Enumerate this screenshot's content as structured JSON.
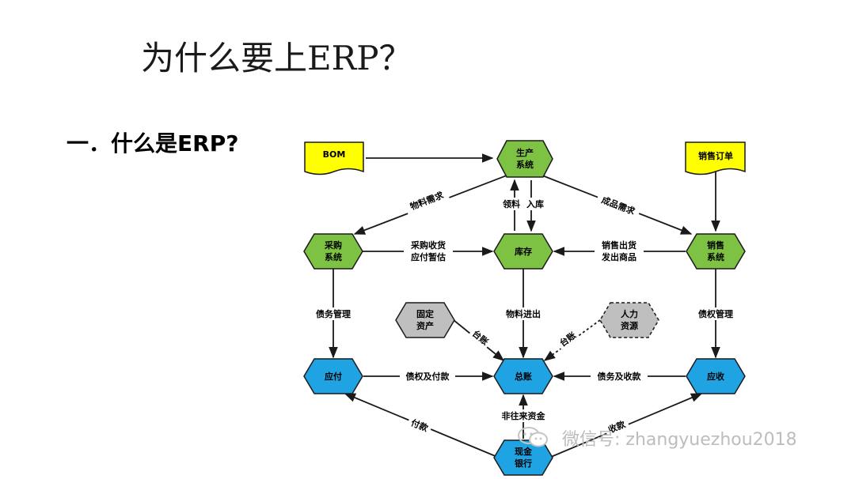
{
  "slide": {
    "title": "为什么要上ERP？",
    "subtitle": "一．什么是ERP?"
  },
  "diagram": {
    "nodes": {
      "bom": "BOM",
      "sales_order": "销售订单",
      "production": [
        "生产",
        "系统"
      ],
      "purchase": [
        "采购",
        "系统"
      ],
      "inventory": "库存",
      "sales": [
        "销售",
        "系统"
      ],
      "fixed_assets": [
        "固定",
        "资产"
      ],
      "hr": [
        "人力",
        "资源"
      ],
      "payable": "应付",
      "ledger": "总账",
      "receivable": "应收",
      "cash": [
        "现金",
        "银行"
      ]
    },
    "colors": {
      "doc": "#ffff00",
      "green": "#7dc242",
      "blue": "#1fa3e3",
      "gray": "#bfbfbf",
      "line": "#1a1a1a"
    },
    "edges": {
      "material_demand": "物料需求",
      "product_demand": "成品需求",
      "pick_material": "领料",
      "stock_in": "入库",
      "purchase_receipt": [
        "采购收货",
        "应付暂估"
      ],
      "sales_ship": [
        "销售出货",
        "发出商品"
      ],
      "debt_mgmt": "债务管理",
      "material_inout": "物料进出",
      "credit_mgmt": "债权管理",
      "ledger_fa": "台账",
      "ledger_hr": "台账",
      "credit_payment": "债权及付款",
      "debt_collection": "债务及收款",
      "non_trade_funds": "非往来资金",
      "payment": "付款",
      "collection": "收款"
    }
  },
  "watermark": {
    "icon": "wechat-icon",
    "text": "微信号: zhangyuezhou2018"
  }
}
